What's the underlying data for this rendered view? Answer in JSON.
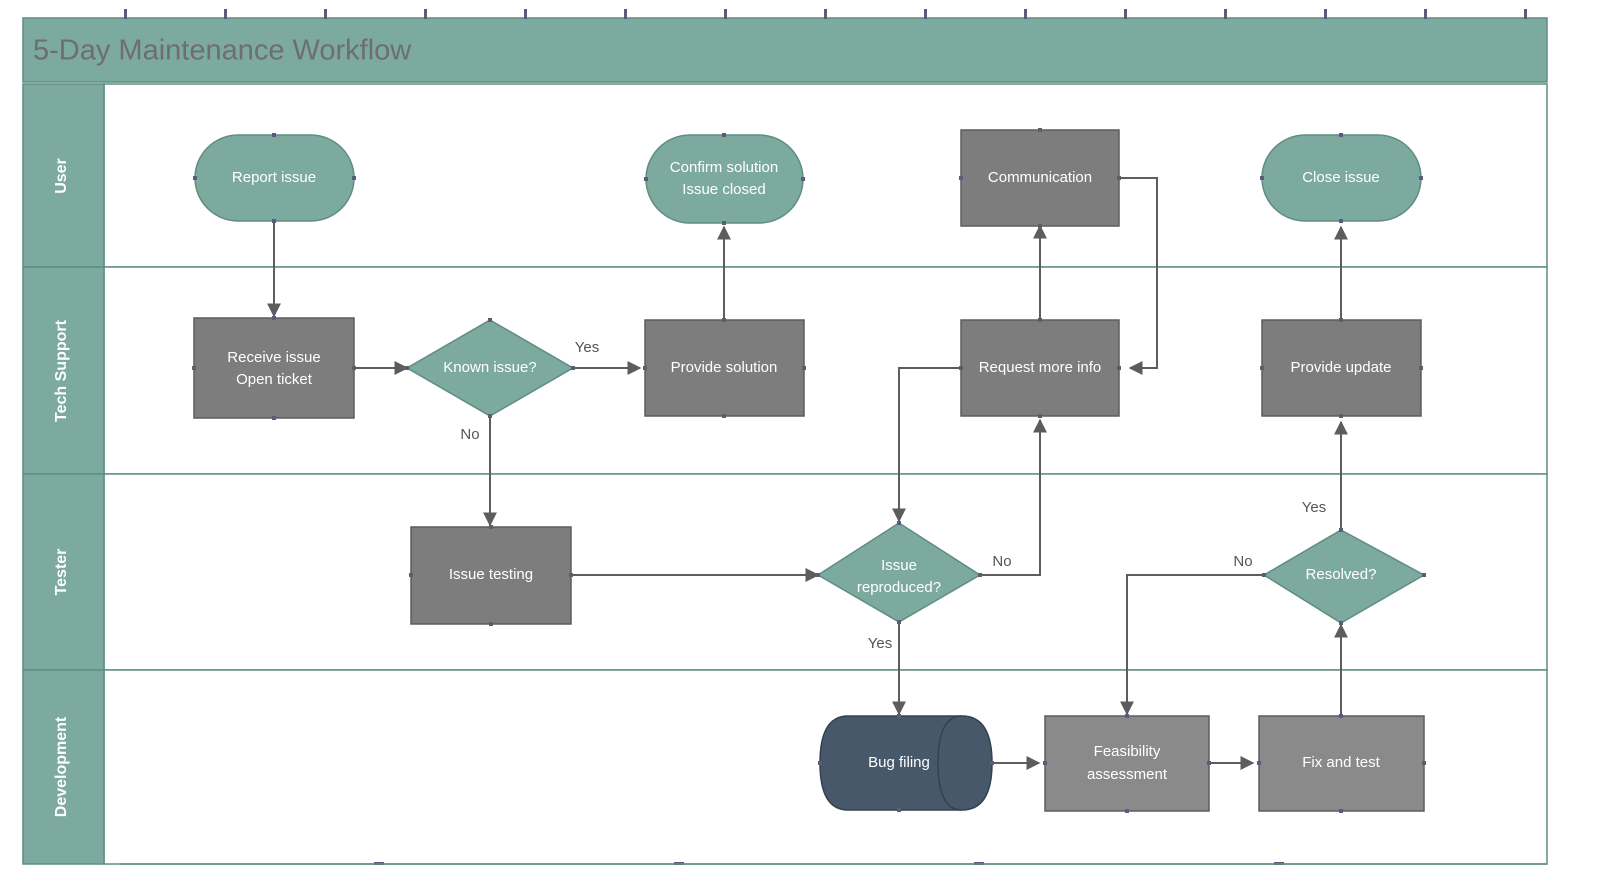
{
  "title": "5-Day Maintenance Workflow",
  "colors": {
    "teal": "#7daa9e",
    "teal_border": "#5f8d80",
    "gray": "#7d7d7d",
    "gray_border": "#5d5d5d",
    "gray_light": "#8a8a8a",
    "blue": "#47586b",
    "blue_border": "#33424f",
    "connector": "#5d5d5d",
    "label_text": "#555555",
    "title_text": "#6e6e6e",
    "shape_text": "#ffffff",
    "lane_text": "#ffffff"
  },
  "lanes": [
    {
      "name": "User"
    },
    {
      "name": "Tech Support"
    },
    {
      "name": "Tester"
    },
    {
      "name": "Development"
    }
  ],
  "nodes": [
    {
      "id": "report-issue",
      "label": "Report issue",
      "lane": "User",
      "shape": "terminator"
    },
    {
      "id": "confirm-solution",
      "label": "Confirm solution\nIssue closed",
      "lane": "User",
      "shape": "terminator"
    },
    {
      "id": "communication",
      "label": "Communication",
      "lane": "User",
      "shape": "process"
    },
    {
      "id": "close-issue",
      "label": "Close issue",
      "lane": "User",
      "shape": "terminator"
    },
    {
      "id": "receive-issue",
      "label": "Receive issue\nOpen ticket",
      "lane": "Tech Support",
      "shape": "process"
    },
    {
      "id": "known-issue",
      "label": "Known issue?",
      "lane": "Tech Support",
      "shape": "decision"
    },
    {
      "id": "provide-solution",
      "label": "Provide solution",
      "lane": "Tech Support",
      "shape": "process"
    },
    {
      "id": "request-more-info",
      "label": "Request more info",
      "lane": "Tech Support",
      "shape": "process"
    },
    {
      "id": "provide-update",
      "label": "Provide update",
      "lane": "Tech Support",
      "shape": "process"
    },
    {
      "id": "issue-testing",
      "label": "Issue testing",
      "lane": "Tester",
      "shape": "process"
    },
    {
      "id": "issue-reproduced",
      "label": "Issue\nreproduced?",
      "lane": "Tester",
      "shape": "decision"
    },
    {
      "id": "resolved",
      "label": "Resolved?",
      "lane": "Tester",
      "shape": "decision"
    },
    {
      "id": "bug-filing",
      "label": "Bug filing",
      "lane": "Development",
      "shape": "database"
    },
    {
      "id": "feasibility-assessment",
      "label": "Feasibility\nassessment",
      "lane": "Development",
      "shape": "process"
    },
    {
      "id": "fix-and-test",
      "label": "Fix and test",
      "lane": "Development",
      "shape": "process"
    }
  ],
  "node_text": {
    "report_issue": "Report issue",
    "confirm_solution_1": "Confirm solution",
    "confirm_solution_2": "Issue closed",
    "communication": "Communication",
    "close_issue": "Close issue",
    "receive_issue_1": "Receive issue",
    "receive_issue_2": "Open ticket",
    "known_issue": "Known issue?",
    "provide_solution": "Provide solution",
    "request_more_info": "Request more info",
    "provide_update": "Provide update",
    "issue_testing": "Issue testing",
    "issue_reproduced_1": "Issue",
    "issue_reproduced_2": "reproduced?",
    "resolved": "Resolved?",
    "bug_filing": "Bug filing",
    "feasibility_1": "Feasibility",
    "feasibility_2": "assessment",
    "fix_and_test": "Fix and test"
  },
  "edge_labels": {
    "known_issue_yes": "Yes",
    "known_issue_no": "No",
    "issue_reproduced_no": "No",
    "issue_reproduced_yes": "Yes",
    "resolved_no": "No",
    "resolved_yes": "Yes"
  },
  "connections": [
    {
      "from": "report-issue",
      "to": "receive-issue",
      "label": ""
    },
    {
      "from": "receive-issue",
      "to": "known-issue",
      "label": ""
    },
    {
      "from": "known-issue",
      "to": "provide-solution",
      "label": "Yes"
    },
    {
      "from": "known-issue",
      "to": "issue-testing",
      "label": "No"
    },
    {
      "from": "provide-solution",
      "to": "confirm-solution",
      "label": ""
    },
    {
      "from": "issue-testing",
      "to": "issue-reproduced",
      "label": ""
    },
    {
      "from": "issue-reproduced",
      "to": "request-more-info",
      "label": "No"
    },
    {
      "from": "issue-reproduced",
      "to": "bug-filing",
      "label": "Yes"
    },
    {
      "from": "request-more-info",
      "to": "communication",
      "label": ""
    },
    {
      "from": "communication",
      "to": "request-more-info",
      "label": ""
    },
    {
      "from": "request-more-info",
      "to": "issue-reproduced",
      "label": ""
    },
    {
      "from": "bug-filing",
      "to": "feasibility-assessment",
      "label": ""
    },
    {
      "from": "feasibility-assessment",
      "to": "fix-and-test",
      "label": ""
    },
    {
      "from": "fix-and-test",
      "to": "resolved",
      "label": ""
    },
    {
      "from": "resolved",
      "to": "provide-update",
      "label": "Yes"
    },
    {
      "from": "resolved",
      "to": "feasibility-assessment",
      "label": "No"
    },
    {
      "from": "provide-update",
      "to": "close-issue",
      "label": ""
    }
  ]
}
